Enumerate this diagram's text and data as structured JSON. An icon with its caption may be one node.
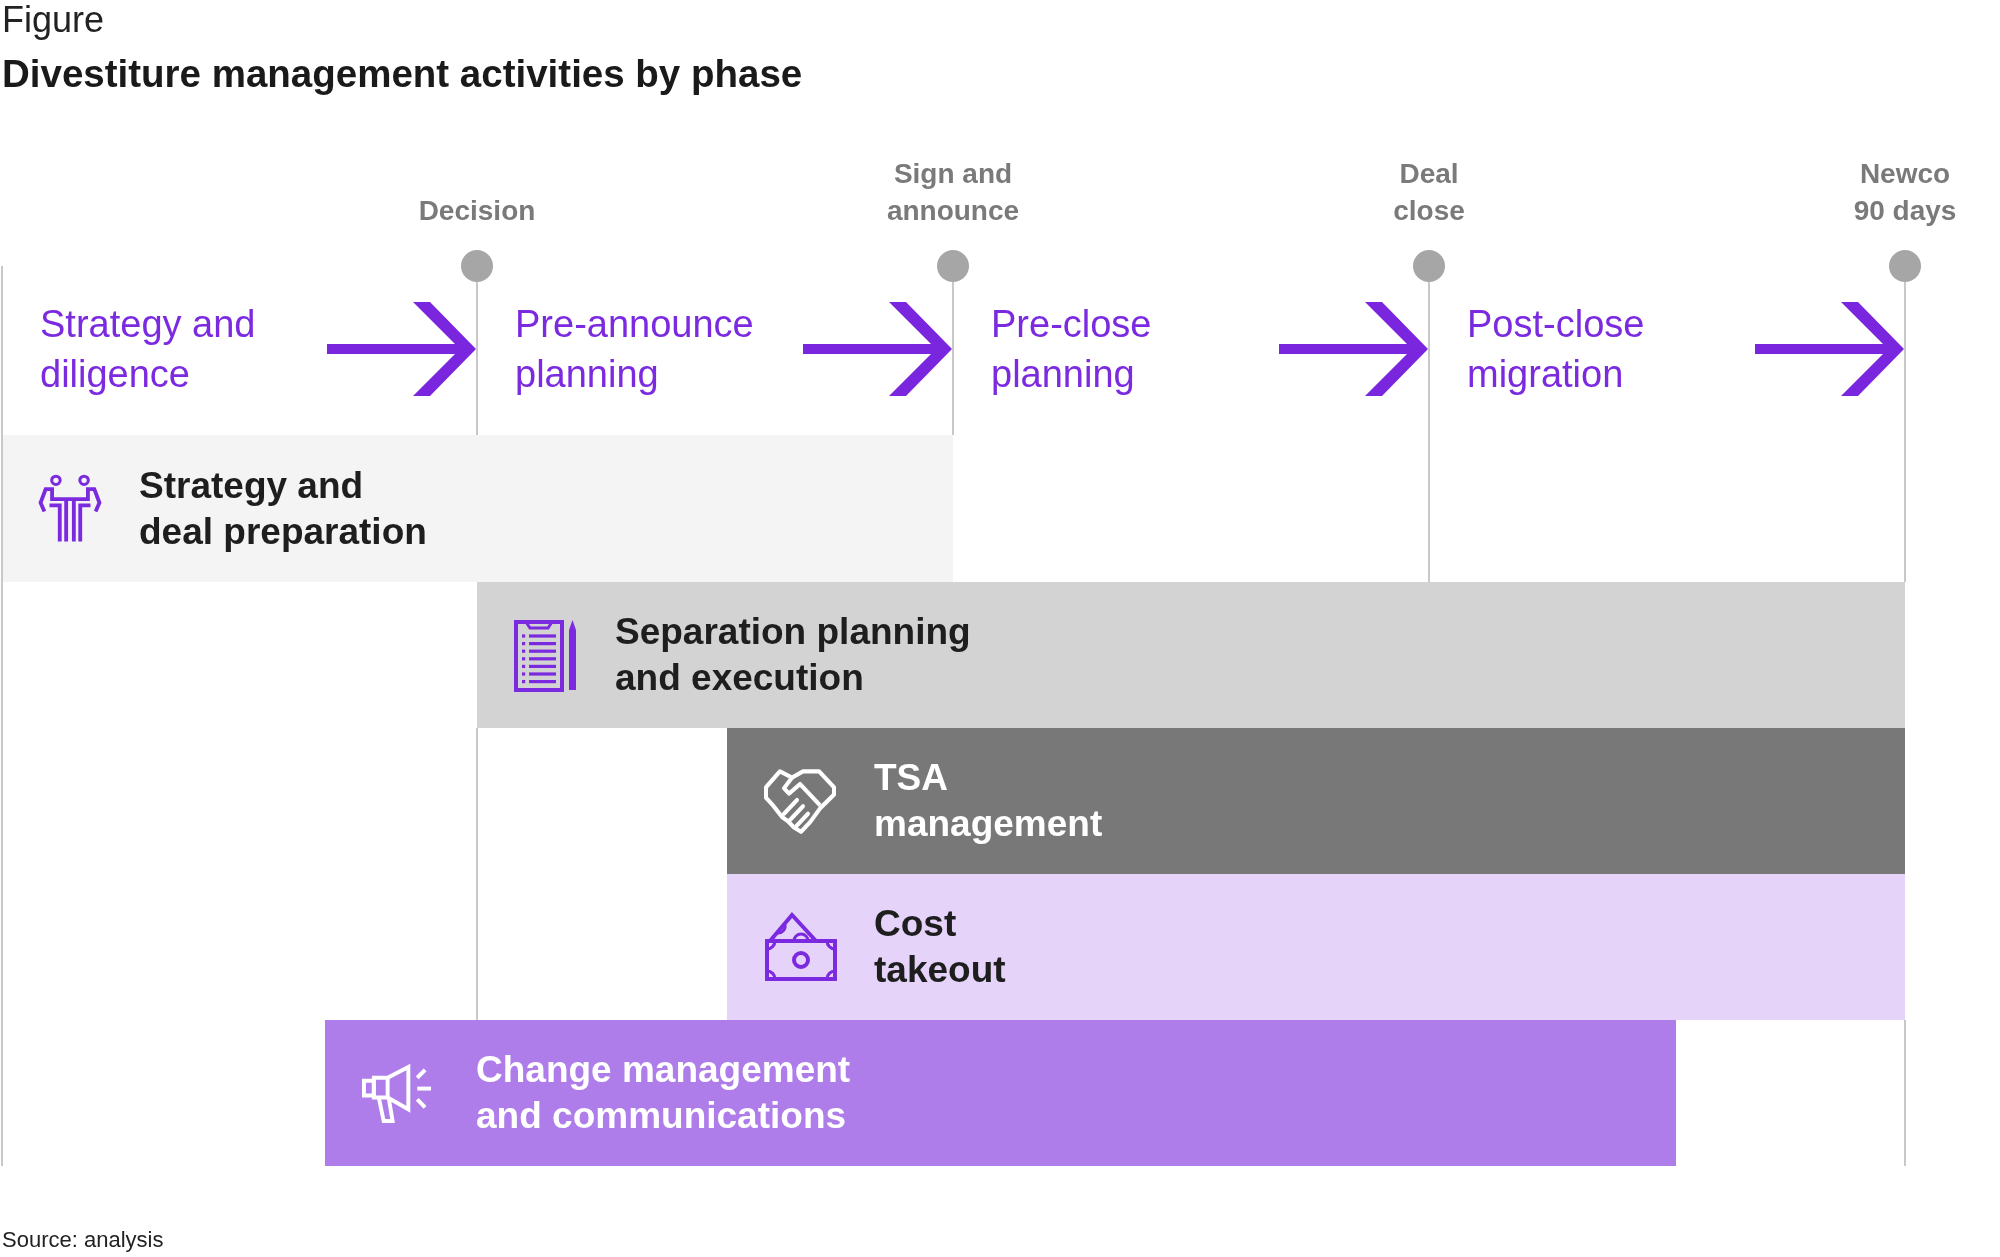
{
  "diagram": {
    "title": "Divestiture management activities by phase",
    "caption": "Source: analysis",
    "nodes": [
      {
        "text": [
          "Strategy and diligence"
        ]
      },
      {
        "text": [
          "Pre-announce planning"
        ]
      },
      {
        "text": [
          "Pre-close planning"
        ]
      },
      {
        "text": [
          "Post-close migration"
        ]
      },
      {
        "text": [],
        "shape": "line",
        "beside": [
          "Decision"
        ]
      },
      {
        "text": [],
        "shape": "line",
        "beside": [
          "Sign and announce"
        ]
      },
      {
        "text": [],
        "shape": "line",
        "beside": [
          "Deal close"
        ]
      },
      {
        "text": [],
        "shape": "line",
        "beside": [
          "Newco 90 days"
        ]
      },
      {
        "text": [
          "Strategy and deal preparation"
        ]
      },
      {
        "text": [
          "Separation planning and execution"
        ]
      },
      {
        "text": [
          "TSA management"
        ]
      },
      {
        "text": [
          "Cost takeout"
        ]
      },
      {
        "text": [
          "Change management and communications"
        ]
      }
    ],
    "edges": [
      {
        "from": 0,
        "to": 4,
        "arrow": "to"
      },
      {
        "from": 1,
        "to": 5,
        "arrow": "to"
      },
      {
        "from": 2,
        "to": 6,
        "arrow": "to"
      },
      {
        "from": 3,
        "to": 7,
        "arrow": "to"
      }
    ],
    "labels": [
      "Figure"
    ]
  }
}
